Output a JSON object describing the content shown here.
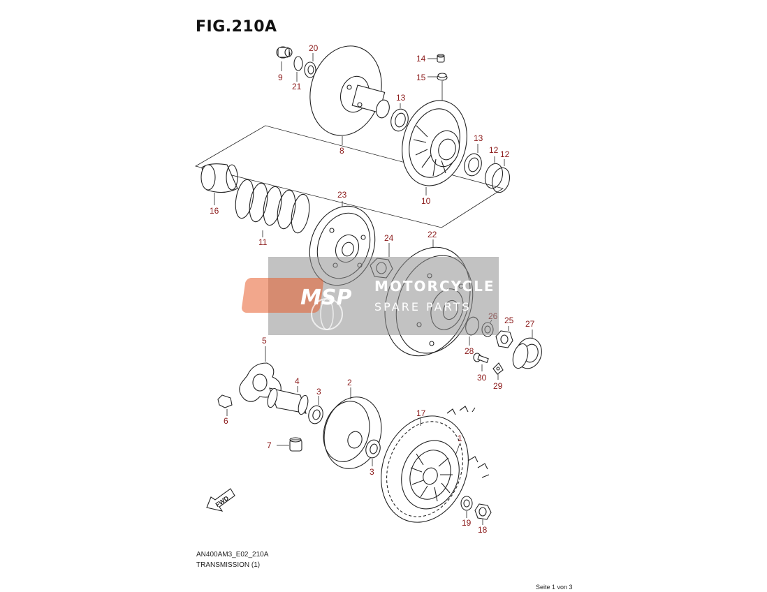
{
  "figure": {
    "title": "FIG.210A",
    "doc_code": "AN400AM3_E02_210A",
    "subtitle": "TRANSMISSION (1)",
    "page_indicator": "Seite 1 von 3"
  },
  "parts": [
    {
      "id": "p9",
      "label": "9"
    },
    {
      "id": "p21",
      "label": "21"
    },
    {
      "id": "p20",
      "label": "20"
    },
    {
      "id": "p8",
      "label": "8"
    },
    {
      "id": "p13a",
      "label": "13"
    },
    {
      "id": "p14",
      "label": "14"
    },
    {
      "id": "p15",
      "label": "15"
    },
    {
      "id": "p10",
      "label": "10"
    },
    {
      "id": "p13b",
      "label": "13"
    },
    {
      "id": "p12a",
      "label": "12"
    },
    {
      "id": "p12b",
      "label": "12"
    },
    {
      "id": "p16",
      "label": "16"
    },
    {
      "id": "p11",
      "label": "11"
    },
    {
      "id": "p23",
      "label": "23"
    },
    {
      "id": "p24",
      "label": "24"
    },
    {
      "id": "p22",
      "label": "22"
    },
    {
      "id": "p26",
      "label": "26"
    },
    {
      "id": "p25",
      "label": "25"
    },
    {
      "id": "p27",
      "label": "27"
    },
    {
      "id": "p28",
      "label": "28"
    },
    {
      "id": "p30",
      "label": "30"
    },
    {
      "id": "p29",
      "label": "29"
    },
    {
      "id": "p5",
      "label": "5"
    },
    {
      "id": "p4",
      "label": "4"
    },
    {
      "id": "p3a",
      "label": "3"
    },
    {
      "id": "p2",
      "label": "2"
    },
    {
      "id": "p6",
      "label": "6"
    },
    {
      "id": "p7",
      "label": "7"
    },
    {
      "id": "p3b",
      "label": "3"
    },
    {
      "id": "p17",
      "label": "17"
    },
    {
      "id": "p1",
      "label": "1"
    },
    {
      "id": "p19",
      "label": "19"
    },
    {
      "id": "p18",
      "label": "18"
    }
  ],
  "fwd_arrow": {
    "label": "FWD"
  },
  "watermark": {
    "logo_text": "MSP",
    "line1": "MOTORCYCLE",
    "line2": "SPARE PARTS"
  }
}
